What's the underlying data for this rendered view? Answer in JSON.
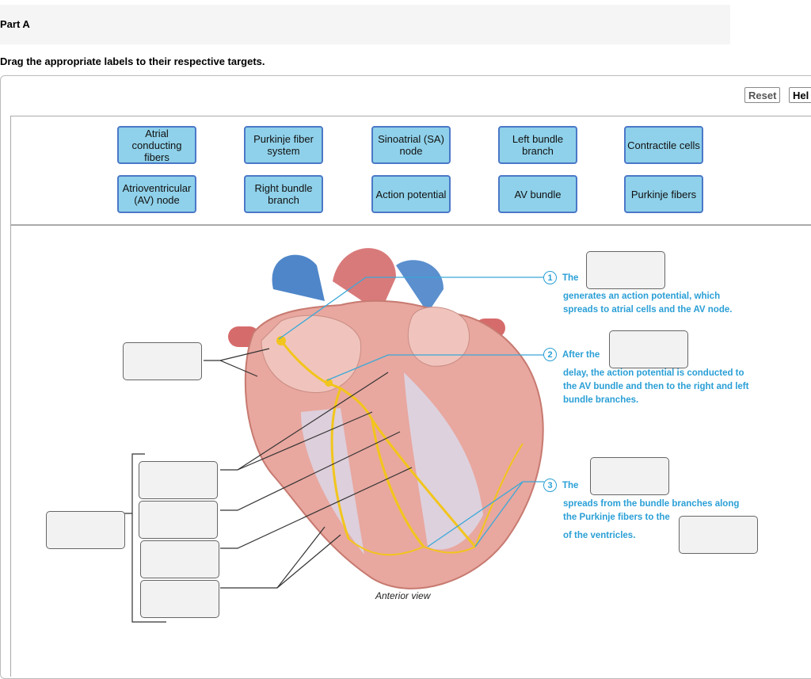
{
  "part_title": "Part A",
  "instructions": "Drag the appropriate labels to their respective targets.",
  "buttons": {
    "reset": "Reset",
    "help": "Hel"
  },
  "labels": [
    "Atrial conducting fibers",
    "Purkinje fiber system",
    "Sinoatrial (SA) node",
    "Left bundle branch",
    "Contractile cells",
    "Atrioventricular (AV) node",
    "Right bundle branch",
    "Action potential",
    "AV bundle",
    "Purkinje fibers"
  ],
  "steps": {
    "s1": {
      "num": "1",
      "before": "The",
      "after": "generates an action potential, which spreads to atrial cells and the AV node."
    },
    "s2": {
      "num": "2",
      "before": "After the",
      "after": "delay, the action potential is conducted to the AV bundle and then to the right and left bundle branches."
    },
    "s3": {
      "num": "3",
      "before": "The",
      "after_a": "spreads from the bundle branches along the Purkinje fibers to the",
      "after_b": "of the ventricles."
    }
  },
  "diagram_caption": "Anterior view",
  "colors": {
    "label_fill": "#8fd1ea",
    "label_border": "#4b78c8",
    "step_text": "#2a9fd6",
    "leader_line": "#3aa8d8"
  }
}
